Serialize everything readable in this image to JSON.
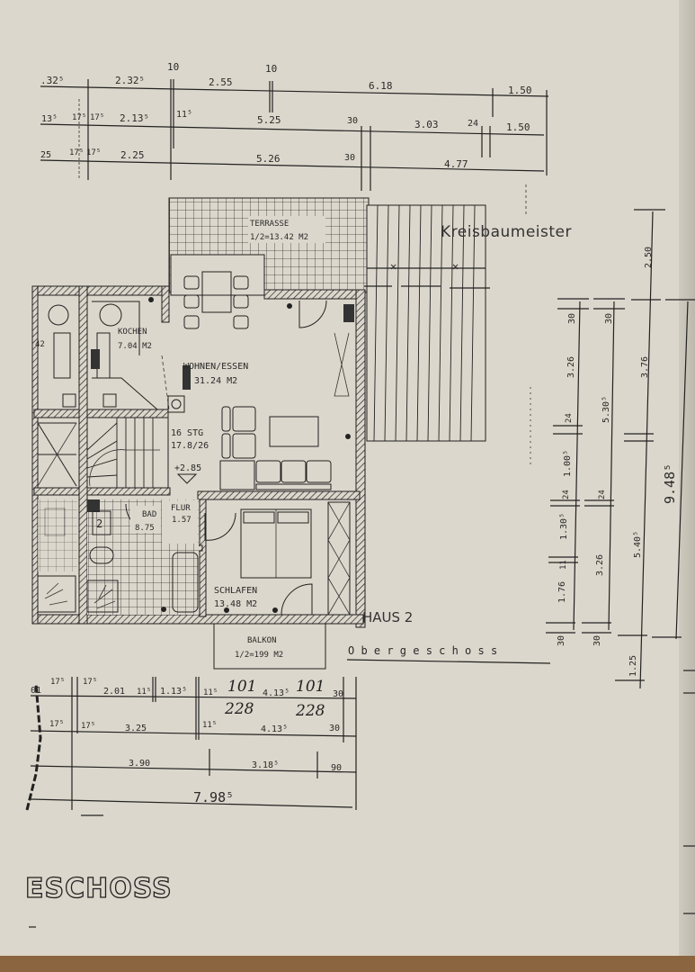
{
  "drawing": {
    "stamp": "Kreisbaumeister",
    "house_label": "HAUS 2",
    "floor_label": "Obergeschoss",
    "floor_label_spaced": "O b e r g e s c h o s s",
    "outline_title": "ESCHOSS",
    "level_marker": "+2.85",
    "stairs": {
      "steps": "16 STG",
      "ratio": "17.8/26"
    }
  },
  "rooms": [
    {
      "name": "TERRASSE",
      "area": "1/2=13.42 M2"
    },
    {
      "name": "KOCHEN",
      "area": "7.04 M2"
    },
    {
      "name": "WOHNEN/ESSEN",
      "area": "31.24 M2"
    },
    {
      "name": "BAD",
      "area": "8.75"
    },
    {
      "name": "FLUR",
      "area": "1.57"
    },
    {
      "name": "SCHLAFEN",
      "area": "13.48 M2"
    },
    {
      "name": "BALKON",
      "area": "1/2=199 M2"
    }
  ],
  "dims_top": {
    "row1": [
      ".32⁵",
      "2.32⁵",
      "10",
      "2.55",
      "10",
      "6.18",
      "1.50"
    ],
    "row2": [
      "13⁵",
      "17⁵",
      "17⁵",
      "2.13⁵",
      "11⁵",
      "5.25",
      "30",
      "3.03",
      "24",
      "1.50"
    ],
    "row3": [
      "25",
      "17⁵",
      "17⁵",
      "2.25",
      "5.26",
      "30",
      "4.77"
    ]
  },
  "dims_bottom": {
    "row1": [
      "01",
      "17⁵",
      "17⁵",
      "2.01",
      "11⁵",
      "1.13⁵",
      "11⁵",
      "4.13⁵",
      "30"
    ],
    "row1_handwritten": [
      "101",
      "101"
    ],
    "row1_handwritten_below": [
      "228",
      "228"
    ],
    "row2": [
      "17⁵",
      "17⁵",
      "3.25",
      "11⁵",
      "4.13⁵",
      "30"
    ],
    "row3": [
      "3.90",
      "3.18⁵",
      "90"
    ],
    "total": "7.98⁵"
  },
  "dims_right": {
    "col1": [
      "30",
      "3.26",
      "24",
      "1.00⁵",
      "24",
      "1.30⁵",
      "11",
      "1.76",
      "30"
    ],
    "col2": [
      "30",
      "5.30⁵",
      "24",
      "3.26",
      "30"
    ],
    "col3": [
      "2.50",
      "3.76",
      "5.40⁵",
      "1.25"
    ],
    "col4": [
      "9.48⁵"
    ]
  }
}
